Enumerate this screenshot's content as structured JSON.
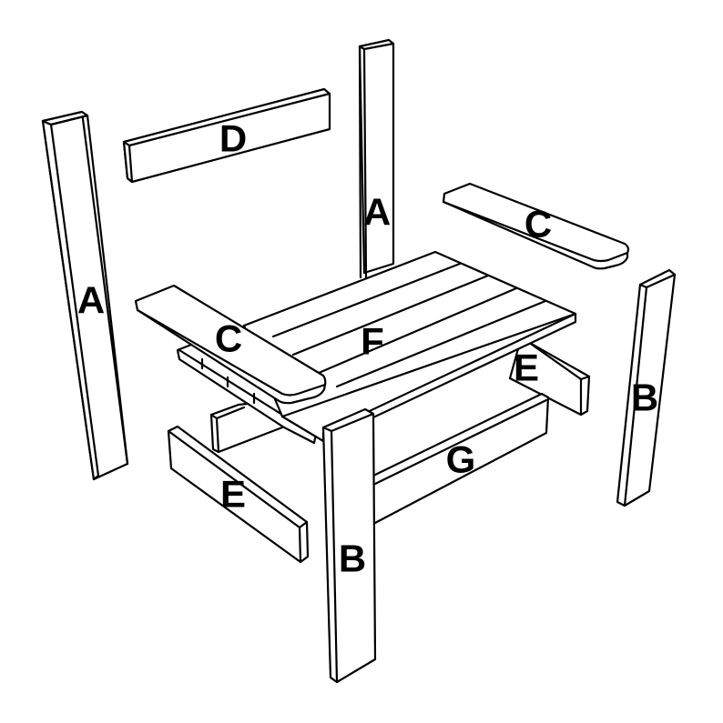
{
  "diagram": {
    "type": "exploded-assembly-view",
    "subject": "wooden chair / bench parts",
    "colors": {
      "line": "#000000",
      "fill": "#ffffff",
      "background": "#ffffff"
    },
    "parts": [
      {
        "id": "A_left",
        "label": "A",
        "description": "long upright back leg (left)"
      },
      {
        "id": "A_center",
        "label": "A",
        "description": "long upright back leg (rear center)"
      },
      {
        "id": "D",
        "label": "D",
        "description": "back rest board"
      },
      {
        "id": "C_right",
        "label": "C",
        "description": "arm rest (right)"
      },
      {
        "id": "C_left",
        "label": "C",
        "description": "arm rest (left)"
      },
      {
        "id": "F",
        "label": "F",
        "description": "seat slats"
      },
      {
        "id": "E_right",
        "label": "E",
        "description": "side rail (right)"
      },
      {
        "id": "E_left",
        "label": "E",
        "description": "side rail (left)"
      },
      {
        "id": "B_right",
        "label": "B",
        "description": "short front leg (right)"
      },
      {
        "id": "B_front",
        "label": "B",
        "description": "short front leg (front)"
      },
      {
        "id": "G",
        "label": "G",
        "description": "front apron board"
      }
    ]
  }
}
